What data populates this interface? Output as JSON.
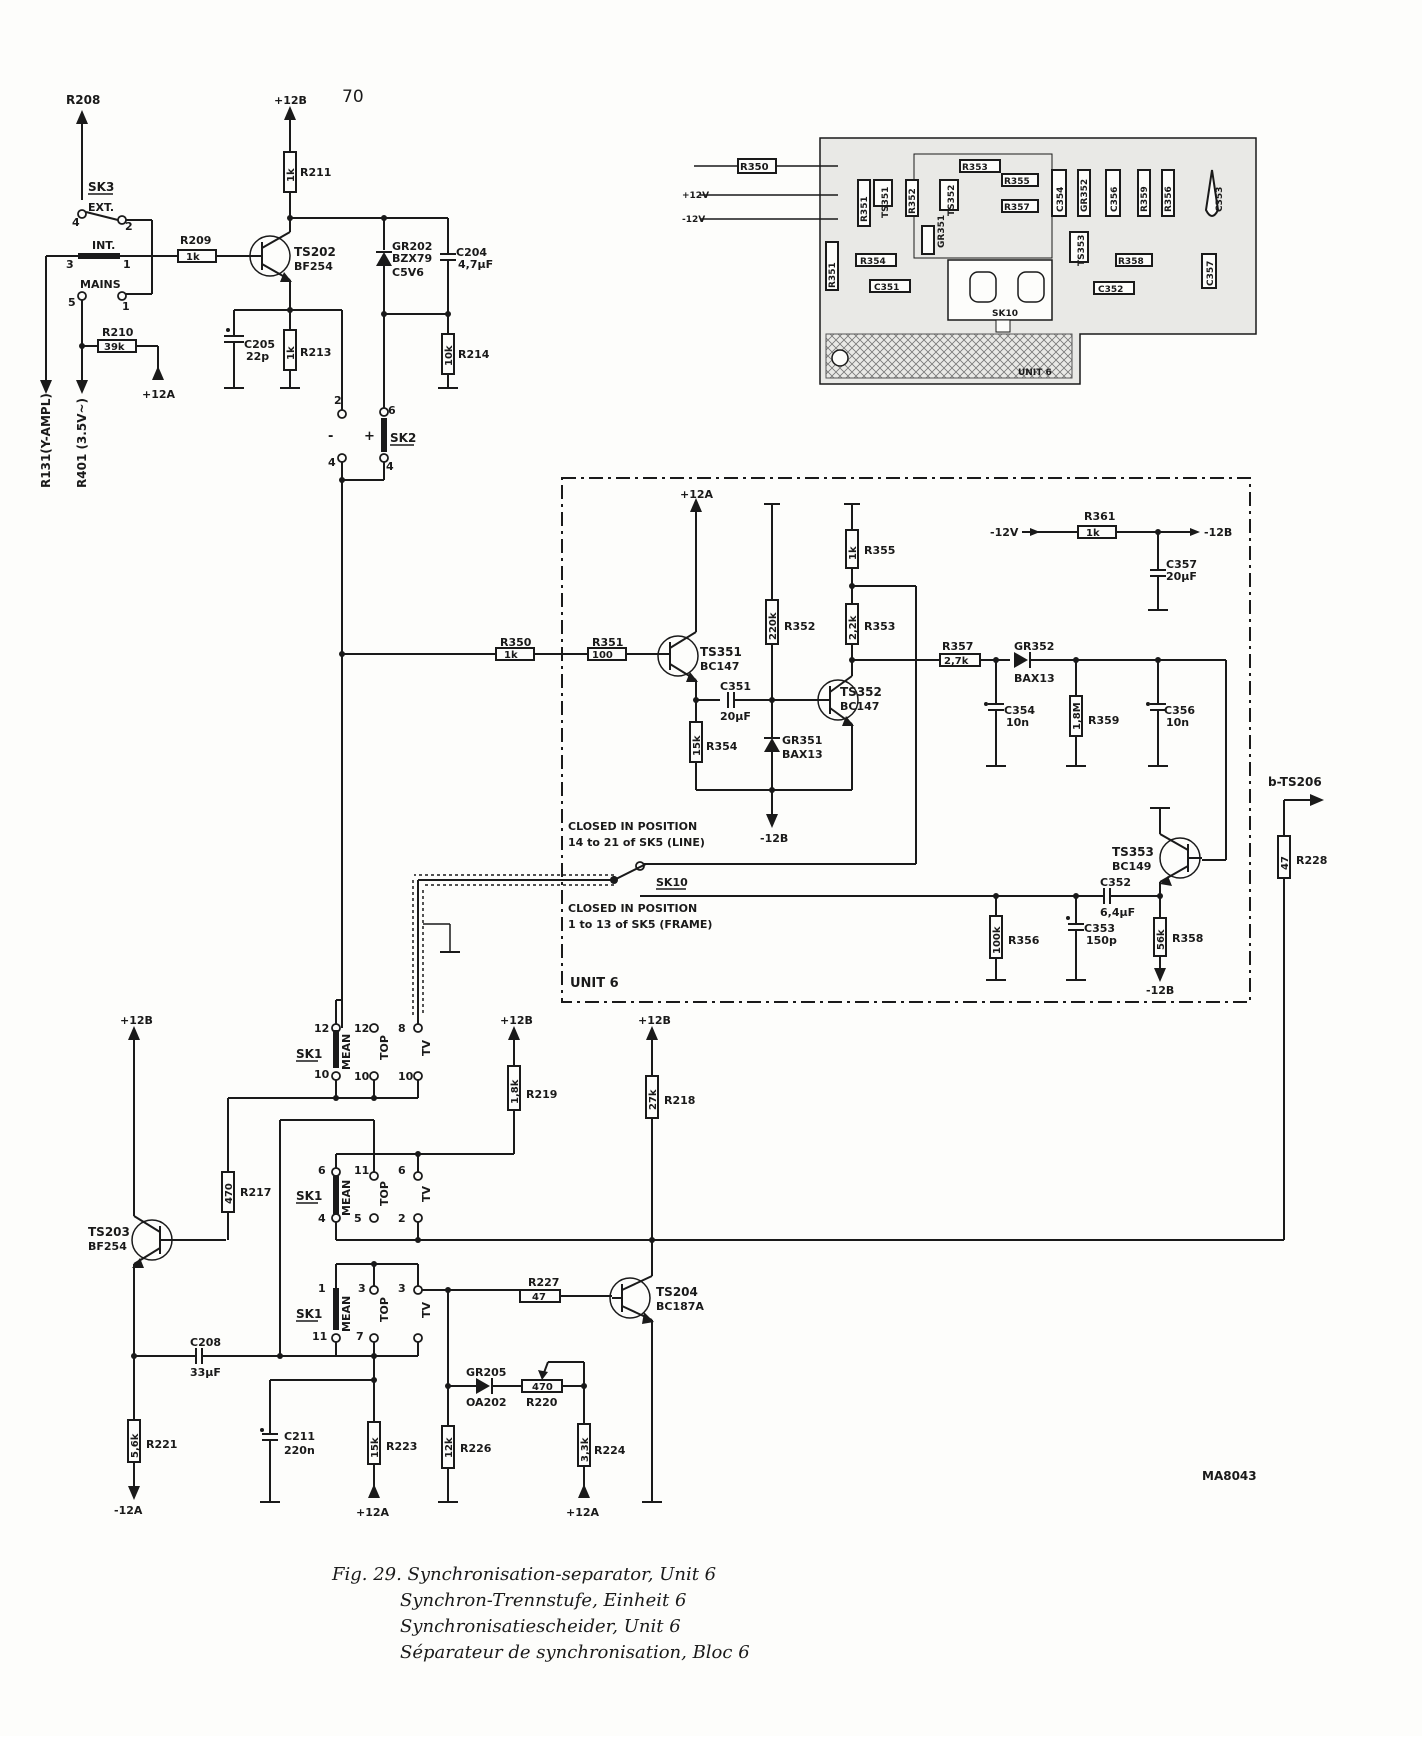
{
  "page_number": "70",
  "caption": [
    "Fig. 29. Synchronisation-separator, Unit 6",
    "Synchron-Trennstufe, Einheit 6",
    "Synchronisatiescheider, Unit 6",
    "Séparateur de synchronisation, Bloc 6"
  ],
  "drawing_ref": "MA8043",
  "unit_label": "UNIT 6",
  "pcb_label": "UNIT 6",
  "rails": {
    "p12b": "+12B",
    "p12a": "+12A",
    "m12a": "-12A",
    "m12b": "-12B",
    "m12v": "-12V",
    "p12v": "+12V"
  },
  "nets": {
    "r208": "R208",
    "r131": "R131(Y-AMPL)",
    "r401": "R401 (3.5V~)",
    "b_ts206": "b-TS206"
  },
  "switch_notes": {
    "line_1": "CLOSED IN POSITION",
    "line_2": "14 to 21 of SK5 (LINE)",
    "frame_1": "CLOSED IN POSITION",
    "frame_2": "1 to 13 of SK5 (FRAME)"
  },
  "sk3": {
    "name": "SK3",
    "ext": "EXT.",
    "int": "INT.",
    "mains": "MAINS"
  },
  "sk2": {
    "name": "SK2",
    "minus": "-",
    "plus": "+"
  },
  "sk1": {
    "name": "SK1",
    "mean": "MEAN",
    "top": "TOP",
    "tv": "TV"
  },
  "sk10": {
    "name": "SK10"
  },
  "pins": {
    "p1": "1",
    "p2": "2",
    "p3": "3",
    "p4": "4",
    "p5": "5",
    "p6": "6",
    "p7": "7",
    "p8": "8",
    "p10": "10",
    "p11": "11",
    "p12": "12"
  },
  "resistors": {
    "R208": {
      "name": "R208"
    },
    "R209": {
      "name": "R209",
      "value": "1k"
    },
    "R210": {
      "name": "R210",
      "value": "39k"
    },
    "R211": {
      "name": "R211",
      "value": "1k"
    },
    "R213": {
      "name": "R213",
      "value": "1k"
    },
    "R214": {
      "name": "R214",
      "value": "10k"
    },
    "R217": {
      "name": "R217",
      "value": "470"
    },
    "R218": {
      "name": "R218",
      "value": "27k"
    },
    "R219": {
      "name": "R219",
      "value": "1,8k"
    },
    "R220": {
      "name": "R220",
      "value": "470"
    },
    "R221": {
      "name": "R221",
      "value": "5,6k"
    },
    "R223": {
      "name": "R223",
      "value": "15k"
    },
    "R224": {
      "name": "R224",
      "value": "3,3k"
    },
    "R226": {
      "name": "R226",
      "value": "12k"
    },
    "R227": {
      "name": "R227",
      "value": "47"
    },
    "R228": {
      "name": "R228",
      "value": "47"
    },
    "R350": {
      "name": "R350",
      "value": "1k"
    },
    "R351": {
      "name": "R351",
      "value": "100"
    },
    "R352": {
      "name": "R352",
      "value": "220k"
    },
    "R353": {
      "name": "R353",
      "value": "2,2k"
    },
    "R354": {
      "name": "R354",
      "value": "15k"
    },
    "R355": {
      "name": "R355",
      "value": "1k"
    },
    "R356": {
      "name": "R356",
      "value": "100k"
    },
    "R357": {
      "name": "R357",
      "value": "2,7k"
    },
    "R358": {
      "name": "R358",
      "value": "56k"
    },
    "R359": {
      "name": "R359",
      "value": "1,8M"
    },
    "R361": {
      "name": "R361",
      "value": "1k"
    }
  },
  "capacitors": {
    "C204": {
      "name": "C204",
      "value": "4,7µF"
    },
    "C205": {
      "name": "C205",
      "value": "22p"
    },
    "C208": {
      "name": "C208",
      "value": "33µF"
    },
    "C211": {
      "name": "C211",
      "value": "220n"
    },
    "C351": {
      "name": "C351",
      "value": "20µF"
    },
    "C352": {
      "name": "C352",
      "value": "6,4µF"
    },
    "C353": {
      "name": "C353",
      "value": "150p"
    },
    "C354": {
      "name": "C354",
      "value": "10n"
    },
    "C356": {
      "name": "C356",
      "value": "10n"
    },
    "C357": {
      "name": "C357",
      "value": "20µF"
    }
  },
  "transistors": {
    "TS202": {
      "name": "TS202",
      "type": "BF254"
    },
    "TS203": {
      "name": "TS203",
      "type": "BF254"
    },
    "TS204": {
      "name": "TS204",
      "type": "BC187A"
    },
    "TS351": {
      "name": "TS351",
      "type": "BC147"
    },
    "TS352": {
      "name": "TS352",
      "type": "BC147"
    },
    "TS353": {
      "name": "TS353",
      "type": "BC149"
    }
  },
  "diodes": {
    "GR202": {
      "name": "GR202",
      "type": "BZX79",
      "type2": "C5V6"
    },
    "GR205": {
      "name": "GR205",
      "type": "OA202"
    },
    "GR351": {
      "name": "GR351",
      "type": "BAX13"
    },
    "GR352": {
      "name": "GR352",
      "type": "BAX13"
    }
  },
  "pcb_parts": {
    "R350": "R350",
    "R351": "R351",
    "R351b": "R351",
    "R352": "R352",
    "R353": "R353",
    "R354": "R354",
    "R355": "R355",
    "R356": "R356",
    "R357": "R357",
    "R358": "R358",
    "R359": "R359",
    "C351": "C351",
    "C352": "C352",
    "C353": "C353",
    "C354": "C354",
    "C356": "C356",
    "C357": "C357",
    "GR351": "GR351",
    "GR352": "GR352",
    "TS351": "TS351",
    "TS352": "TS352",
    "TS353": "TS353",
    "SK10": "SK10"
  }
}
